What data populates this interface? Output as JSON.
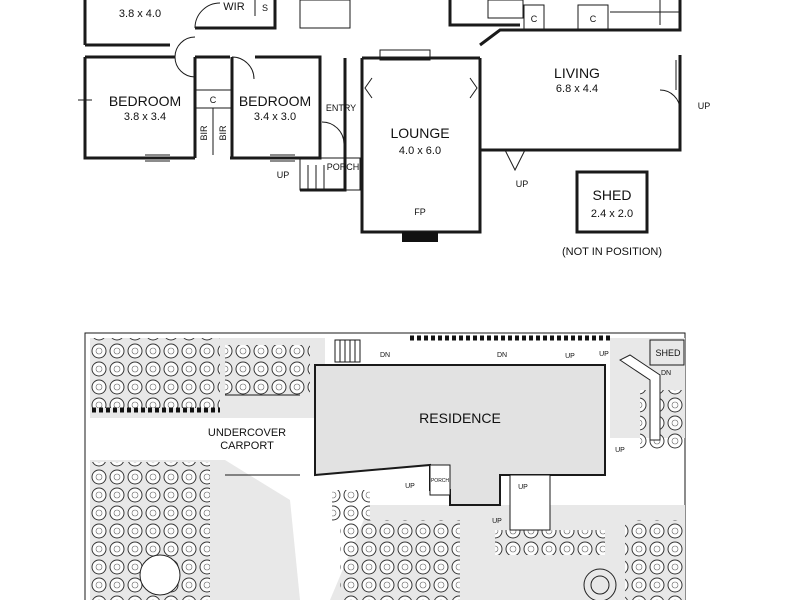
{
  "floorplan": {
    "rooms": {
      "bedroom_top_dim": "3.8 x 4.0",
      "wir": "WIR",
      "wir_s": "S",
      "bedroom1": "BEDROOM",
      "bedroom1_dim": "3.8 x 3.4",
      "bedroom2": "BEDROOM",
      "bedroom2_dim": "3.4 x 3.0",
      "cupboard_c": "C",
      "bir": "BIR",
      "entry": "ENTRY",
      "porch": "PORCH",
      "lounge": "LOUNGE",
      "lounge_dim": "4.0 x 6.0",
      "fp": "FP",
      "living": "LIVING",
      "living_dim": "6.8 x 4.4",
      "up": "UP",
      "shed": "SHED",
      "shed_dim": "2.4 x 2.0",
      "shed_note": "(NOT IN POSITION)"
    }
  },
  "siteplan": {
    "residence": "RESIDENCE",
    "carport_line1": "UNDERCOVER",
    "carport_line2": "CARPORT",
    "shed": "SHED",
    "dn": "DN",
    "up": "UP",
    "porch": "PORCH"
  }
}
